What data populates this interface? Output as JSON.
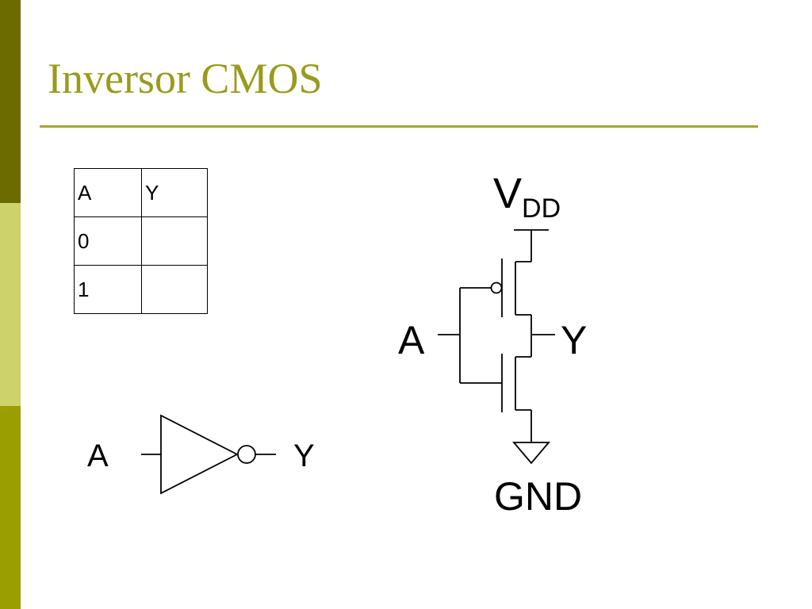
{
  "slide": {
    "title": "Inversor CMOS",
    "colors": {
      "title": "#9a9a1e",
      "rule": "#a6a62a",
      "bar_top": "#6b6b00",
      "bar_mid": "#cdd26a",
      "bar_bottom": "#9a9e00"
    }
  },
  "truth_table": {
    "headers": [
      "A",
      "Y"
    ],
    "rows": [
      [
        "0",
        ""
      ],
      [
        "1",
        ""
      ]
    ]
  },
  "symbol": {
    "input_label": "A",
    "output_label": "Y"
  },
  "circuit": {
    "vdd_label": "V",
    "vdd_subscript": "DD",
    "gnd_label": "GND",
    "input_label": "A",
    "output_label": "Y"
  }
}
